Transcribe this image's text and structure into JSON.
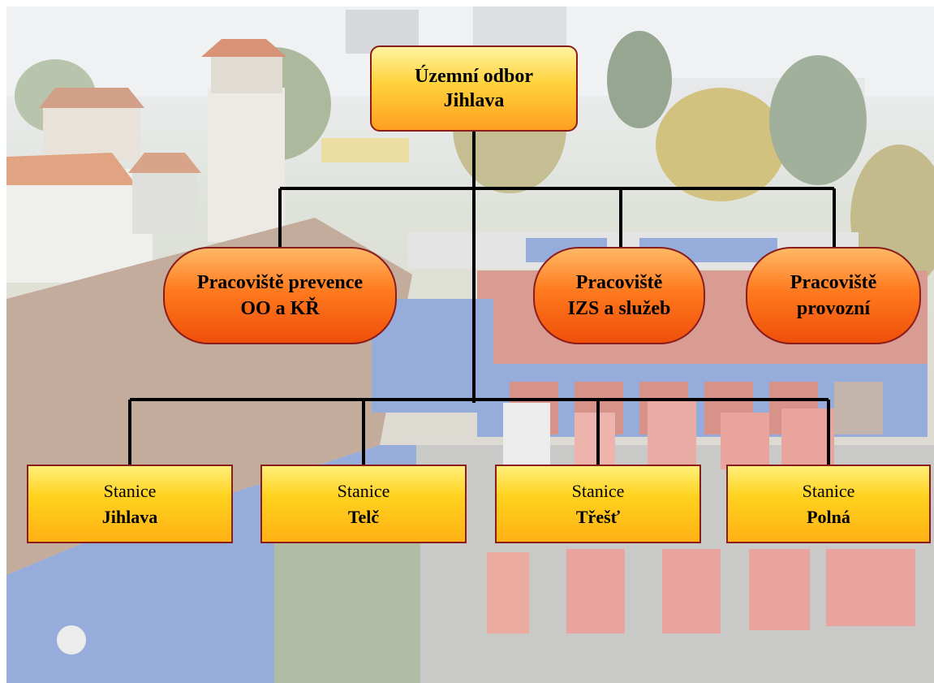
{
  "org_chart": {
    "root": {
      "line1": "Územní odbor",
      "line2": "Jihlava"
    },
    "departments": [
      {
        "line1": "Pracoviště prevence",
        "line2": "OO a KŘ"
      },
      {
        "line1": "Pracoviště",
        "line2": "IZS a služeb"
      },
      {
        "line1": "Pracoviště",
        "line2": "provozní"
      }
    ],
    "stations": [
      {
        "line1": "Stanice",
        "line2": "Jihlava"
      },
      {
        "line1": "Stanice",
        "line2": "Telč"
      },
      {
        "line1": "Stanice",
        "line2": "Třešť"
      },
      {
        "line1": "Stanice",
        "line2": "Polná"
      }
    ]
  },
  "colors": {
    "root_fill": "#ffc22e",
    "department_fill": "#ff7a1e",
    "station_fill": "#ffd21e",
    "border": "#8a1c1c",
    "connector": "#000000"
  }
}
